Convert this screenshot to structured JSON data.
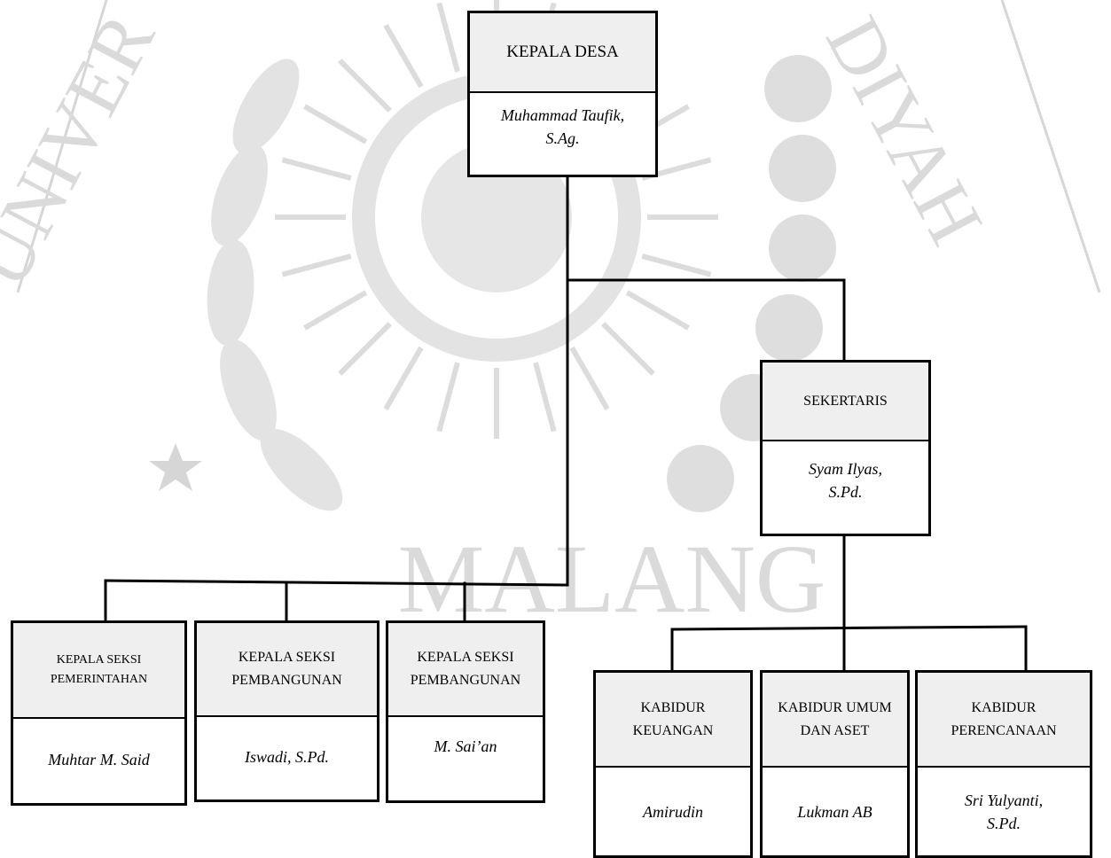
{
  "watermark": {
    "arc_left": "UNIVER",
    "arc_right": "DIYAH",
    "bottom": "MALANG",
    "color": "#d9d9d9"
  },
  "org_chart": {
    "kepala_desa": {
      "title": "KEPALA DESA",
      "name": "Muhammad Taufik,\nS.Ag."
    },
    "sekertaris": {
      "title": "SEKERTARIS",
      "name": "Syam Ilyas,\nS.Pd."
    },
    "seksi": [
      {
        "title": "KEPALA SEKSI\nPEMERINTAHAN",
        "name": "Muhtar M. Said"
      },
      {
        "title": "KEPALA SEKSI\nPEMBANGUNAN",
        "name": "Iswadi, S.Pd."
      },
      {
        "title": "KEPALA SEKSI\nPEMBANGUNAN",
        "name": "M. Sai’an"
      }
    ],
    "kabidur": [
      {
        "title": "KABIDUR\nKEUANGAN",
        "name": "Amirudin"
      },
      {
        "title": "KABIDUR UMUM\nDAN ASET",
        "name": "Lukman AB"
      },
      {
        "title": "KABIDUR\nPERENCANAAN",
        "name": "Sri Yulyanti,\nS.Pd."
      }
    ]
  },
  "colors": {
    "box_header": "#efefef",
    "line": "#000000",
    "watermark": "#d9d9d9"
  }
}
